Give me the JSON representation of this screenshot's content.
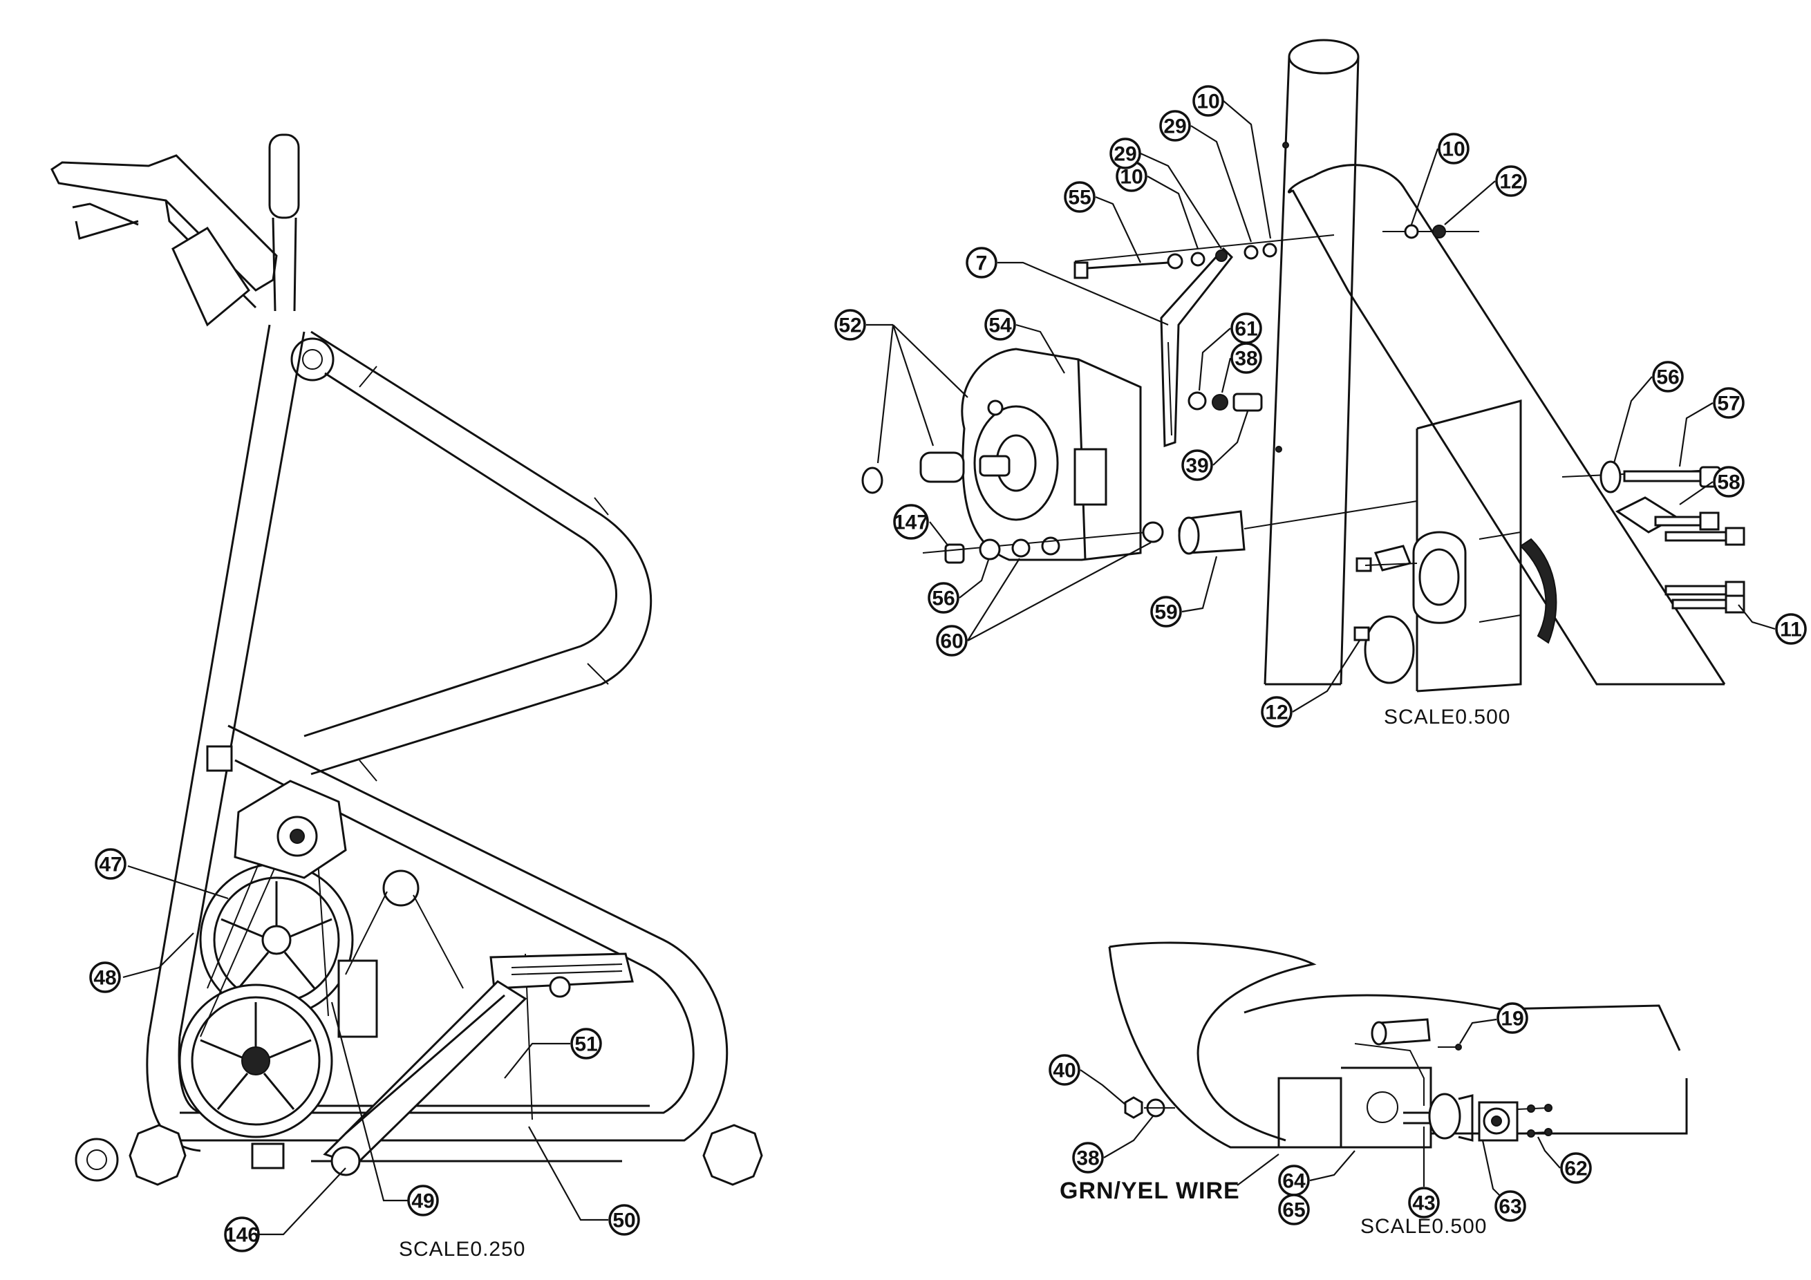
{
  "views": {
    "bike": {
      "scale": "SCALE0.250",
      "callouts": [
        "47",
        "48",
        "49",
        "50",
        "51",
        "146"
      ]
    },
    "motor": {
      "scale": "SCALE0.500",
      "callouts": [
        "10",
        "29",
        "10",
        "29",
        "10",
        "55",
        "12",
        "7",
        "52",
        "54",
        "61",
        "38",
        "39",
        "56",
        "57",
        "58",
        "147",
        "56",
        "60",
        "59",
        "11",
        "12"
      ]
    },
    "ground": {
      "scale": "SCALE0.500",
      "wire_label": "GRN/YEL WIRE",
      "callouts": [
        "19",
        "40",
        "38",
        "62",
        "64",
        "65",
        "43",
        "63"
      ]
    }
  }
}
